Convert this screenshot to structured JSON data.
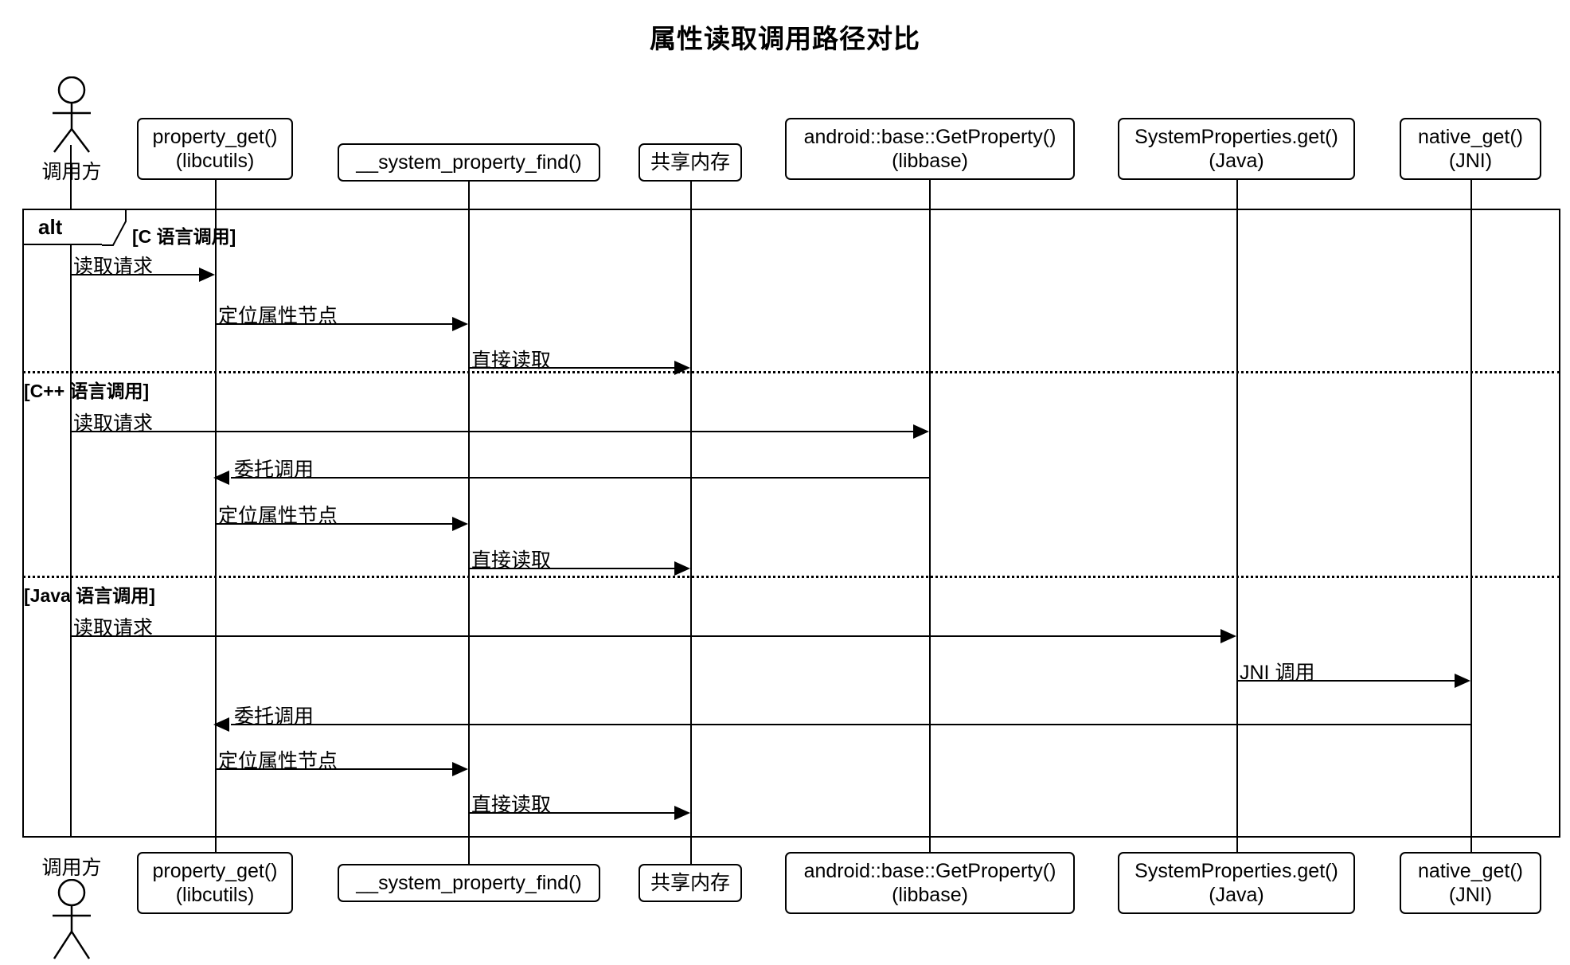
{
  "diagram": {
    "type": "sequence-diagram",
    "title": "属性读取调用路径对比",
    "frame": {
      "operator": "alt",
      "guards": [
        "[C 语言调用]",
        "[C++ 语言调用]",
        "[Java 语言调用]"
      ]
    },
    "participants": [
      {
        "id": "caller",
        "kind": "actor",
        "line1": "调用方",
        "line2": ""
      },
      {
        "id": "property_get",
        "kind": "box",
        "line1": "property_get()",
        "line2": "(libcutils)"
      },
      {
        "id": "sys_prop_find",
        "kind": "box",
        "line1": "__system_property_find()",
        "line2": ""
      },
      {
        "id": "shared_mem",
        "kind": "box",
        "line1": "共享内存",
        "line2": ""
      },
      {
        "id": "getproperty",
        "kind": "box",
        "line1": "android::base::GetProperty()",
        "line2": "(libbase)"
      },
      {
        "id": "sysprops_java",
        "kind": "box",
        "line1": "SystemProperties.get()",
        "line2": "(Java)"
      },
      {
        "id": "native_get",
        "kind": "box",
        "line1": "native_get()",
        "line2": "(JNI)"
      }
    ],
    "messages": [
      {
        "section": "[C 语言调用]",
        "label": "读取请求",
        "from": "caller",
        "to": "property_get"
      },
      {
        "section": "[C 语言调用]",
        "label": "定位属性节点",
        "from": "property_get",
        "to": "sys_prop_find"
      },
      {
        "section": "[C 语言调用]",
        "label": "直接读取",
        "from": "sys_prop_find",
        "to": "shared_mem"
      },
      {
        "section": "[C++ 语言调用]",
        "label": "读取请求",
        "from": "caller",
        "to": "getproperty"
      },
      {
        "section": "[C++ 语言调用]",
        "label": "委托调用",
        "from": "getproperty",
        "to": "property_get"
      },
      {
        "section": "[C++ 语言调用]",
        "label": "定位属性节点",
        "from": "property_get",
        "to": "sys_prop_find"
      },
      {
        "section": "[C++ 语言调用]",
        "label": "直接读取",
        "from": "sys_prop_find",
        "to": "shared_mem"
      },
      {
        "section": "[Java 语言调用]",
        "label": "读取请求",
        "from": "caller",
        "to": "sysprops_java"
      },
      {
        "section": "[Java 语言调用]",
        "label": "JNI 调用",
        "from": "sysprops_java",
        "to": "native_get"
      },
      {
        "section": "[Java 语言调用]",
        "label": "委托调用",
        "from": "native_get",
        "to": "property_get"
      },
      {
        "section": "[Java 语言调用]",
        "label": "定位属性节点",
        "from": "property_get",
        "to": "sys_prop_find"
      },
      {
        "section": "[Java 语言调用]",
        "label": "直接读取",
        "from": "sys_prop_find",
        "to": "shared_mem"
      }
    ],
    "colors": {
      "stroke": "#000000",
      "background": "#ffffff",
      "text": "#000000"
    }
  }
}
